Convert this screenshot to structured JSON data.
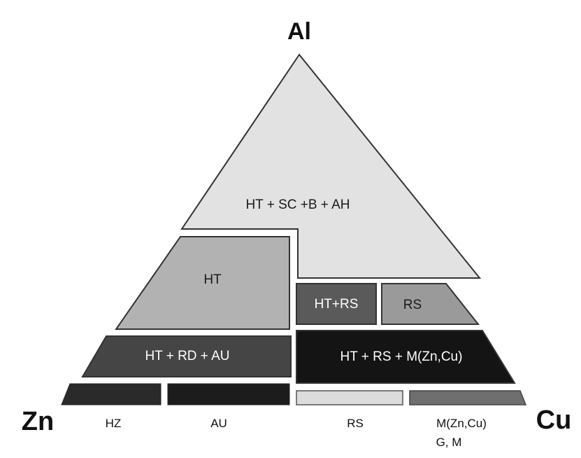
{
  "vertices": {
    "top": "Al",
    "left": "Zn",
    "right": "Cu"
  },
  "regions": [
    {
      "id": "ht-sc-b-ah",
      "label": "HT + SC +B + AH",
      "fill": "#e2e2e2",
      "text_color": "#1a1a1a"
    },
    {
      "id": "ht",
      "label": "HT",
      "fill": "#b2b2b2",
      "text_color": "#1a1a1a"
    },
    {
      "id": "ht-rs",
      "label": "HT+RS",
      "fill": "#5a5a5a",
      "text_color": "#ffffff"
    },
    {
      "id": "rs",
      "label": "RS",
      "fill": "#9a9a9a",
      "text_color": "#1a1a1a"
    },
    {
      "id": "ht-rd-au",
      "label": "HT + RD + AU",
      "fill": "#454545",
      "text_color": "#ffffff"
    },
    {
      "id": "ht-rs-m",
      "label": "HT + RS + M(Zn,Cu)",
      "fill": "#141414",
      "text_color": "#ffffff"
    }
  ],
  "bottom_bars": [
    {
      "id": "hz",
      "label": "HZ",
      "fill": "#2a2a2a"
    },
    {
      "id": "au",
      "label": "AU",
      "fill": "#1c1c1c"
    },
    {
      "id": "rs-bar",
      "label": "RS",
      "fill": "#dcdcdc"
    },
    {
      "id": "m-bar",
      "label": "M(Zn,Cu)",
      "label_line2": "G, M",
      "fill": "#6e6e6e"
    }
  ]
}
